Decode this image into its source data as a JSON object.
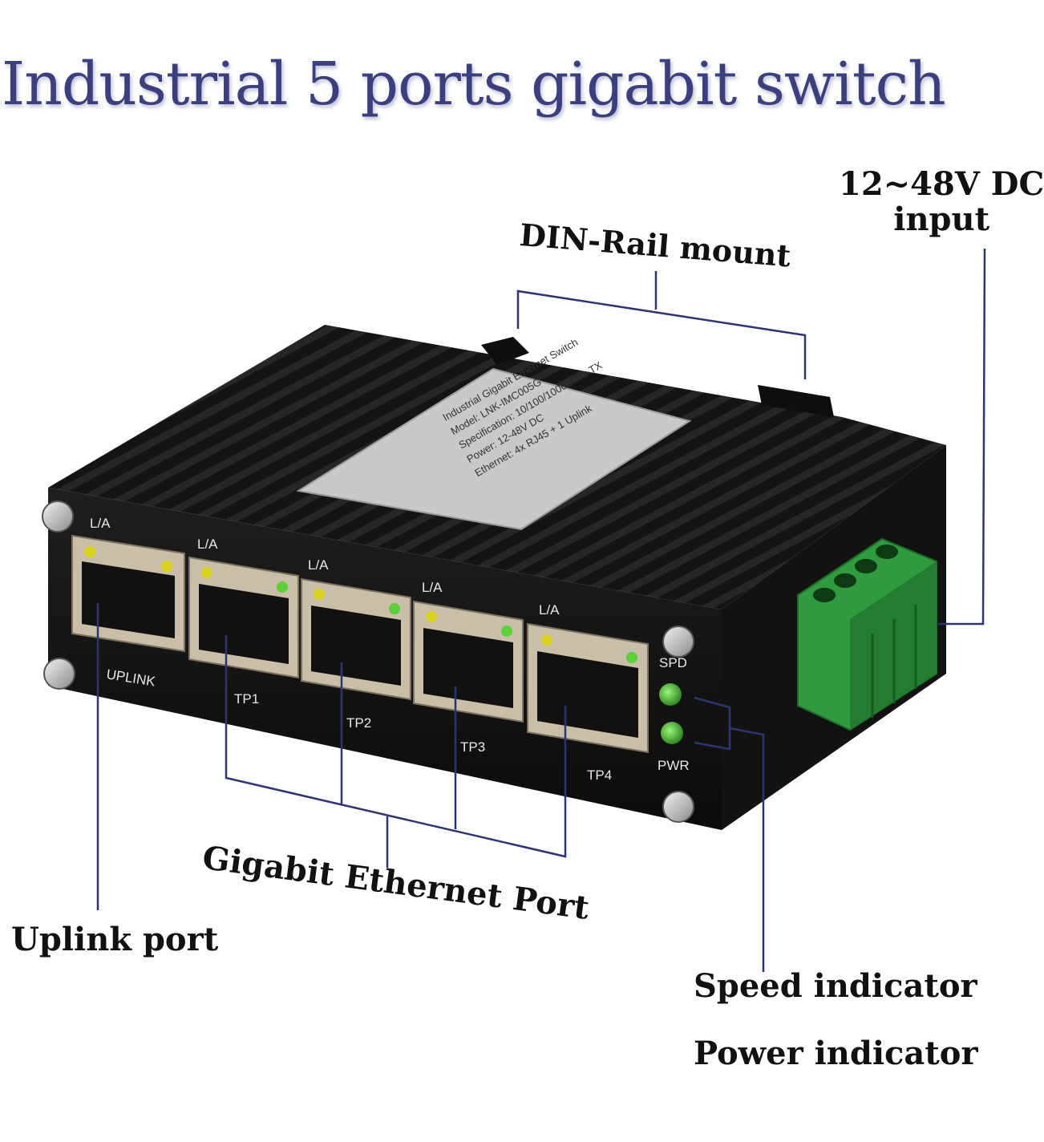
{
  "title": "Industrial 5 ports gigabit switch",
  "callouts": {
    "dc_input_line1": "12~48V DC",
    "dc_input_line2": "input",
    "din_rail": "DIN-Rail mount",
    "gigabit_port": "Gigabit Ethernet Port",
    "uplink_port": "Uplink port",
    "speed_indicator": "Speed indicator",
    "power_indicator": "Power indicator"
  },
  "device": {
    "port_led_label": "L/A",
    "port_labels": [
      "UPLINK",
      "TP1",
      "TP2",
      "TP3",
      "TP4"
    ],
    "spd_label": "SPD",
    "pwr_label": "PWR",
    "sticker": {
      "line1": "Industrial Gigabit Ethernet Switch",
      "line2": "Model: LNK-IMC005G",
      "line3": "Specification: 10/100/1000Base-TX",
      "line4": "Power: 12-48V DC",
      "line5": "Ethernet: 4x RJ45 + 1 Uplink"
    }
  },
  "colors": {
    "title": "#3c3f7e",
    "leader_lines": "#2e3470",
    "housing": "#151515",
    "terminal_block": "#2f9a3e",
    "led_yellow": "#d8d21e",
    "led_green": "#5cd13a"
  }
}
